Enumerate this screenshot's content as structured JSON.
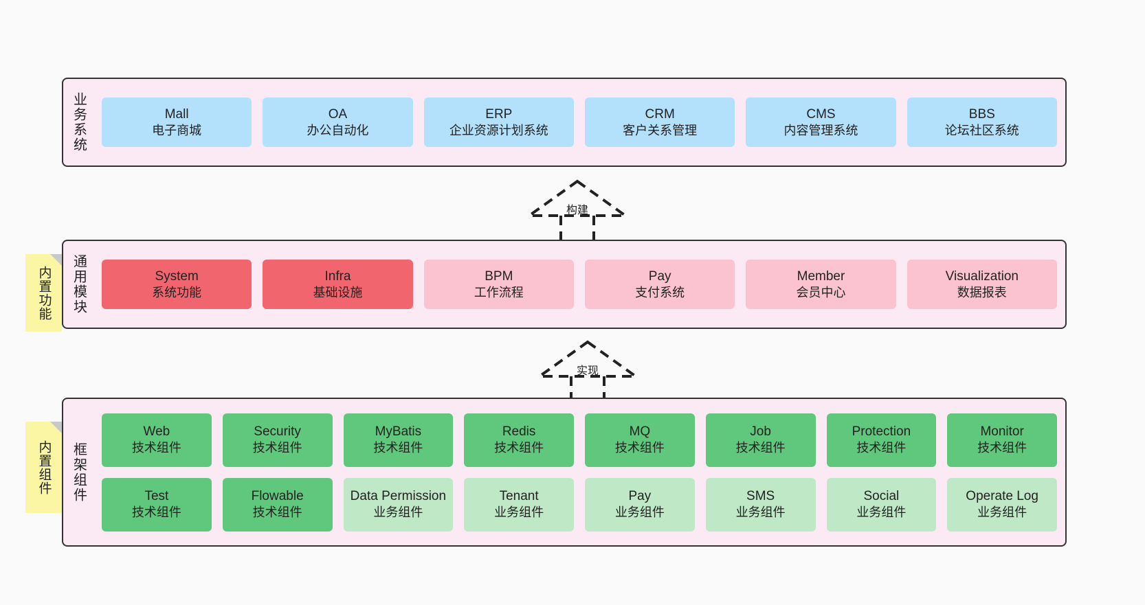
{
  "layers": [
    {
      "key": "business",
      "title": "业务系统",
      "rows": [
        [
          {
            "name": "Mall",
            "sub": "电子商城",
            "style": "c-blue"
          },
          {
            "name": "OA",
            "sub": "办公自动化",
            "style": "c-blue"
          },
          {
            "name": "ERP",
            "sub": "企业资源计划系统",
            "style": "c-blue"
          },
          {
            "name": "CRM",
            "sub": "客户关系管理",
            "style": "c-blue"
          },
          {
            "name": "CMS",
            "sub": "内容管理系统",
            "style": "c-blue"
          },
          {
            "name": "BBS",
            "sub": "论坛社区系统",
            "style": "c-blue"
          }
        ]
      ]
    },
    {
      "key": "common",
      "title": "通用模块",
      "rows": [
        [
          {
            "name": "System",
            "sub": "系统功能",
            "style": "c-red"
          },
          {
            "name": "Infra",
            "sub": "基础设施",
            "style": "c-red"
          },
          {
            "name": "BPM",
            "sub": "工作流程",
            "style": "c-pink"
          },
          {
            "name": "Pay",
            "sub": "支付系统",
            "style": "c-pink"
          },
          {
            "name": "Member",
            "sub": "会员中心",
            "style": "c-pink"
          },
          {
            "name": "Visualization",
            "sub": "数据报表",
            "style": "c-pink"
          }
        ]
      ]
    },
    {
      "key": "frame",
      "title": "框架组件",
      "rows": [
        [
          {
            "name": "Web",
            "sub": "技术组件",
            "style": "c-green"
          },
          {
            "name": "Security",
            "sub": "技术组件",
            "style": "c-green"
          },
          {
            "name": "MyBatis",
            "sub": "技术组件",
            "style": "c-green"
          },
          {
            "name": "Redis",
            "sub": "技术组件",
            "style": "c-green"
          },
          {
            "name": "MQ",
            "sub": "技术组件",
            "style": "c-green"
          },
          {
            "name": "Job",
            "sub": "技术组件",
            "style": "c-green"
          },
          {
            "name": "Protection",
            "sub": "技术组件",
            "style": "c-green"
          },
          {
            "name": "Monitor",
            "sub": "技术组件",
            "style": "c-green"
          }
        ],
        [
          {
            "name": "Test",
            "sub": "技术组件",
            "style": "c-green"
          },
          {
            "name": "Flowable",
            "sub": "技术组件",
            "style": "c-green"
          },
          {
            "name": "Data Permission",
            "sub": "业务组件",
            "style": "c-lightgreen"
          },
          {
            "name": "Tenant",
            "sub": "业务组件",
            "style": "c-lightgreen"
          },
          {
            "name": "Pay",
            "sub": "业务组件",
            "style": "c-lightgreen"
          },
          {
            "name": "SMS",
            "sub": "业务组件",
            "style": "c-lightgreen"
          },
          {
            "name": "Social",
            "sub": "业务组件",
            "style": "c-lightgreen"
          },
          {
            "name": "Operate Log",
            "sub": "业务组件",
            "style": "c-lightgreen"
          }
        ]
      ]
    }
  ],
  "notes": [
    {
      "key": "func",
      "label": "内置功能"
    },
    {
      "key": "comp",
      "label": "内置组件"
    }
  ],
  "connectors": [
    {
      "key": "build",
      "label": "构建"
    },
    {
      "key": "impl",
      "label": "实现"
    }
  ],
  "colors": {
    "background": "#fafafa",
    "layer_fill": "#fbeaf4",
    "layer_border": "#333333",
    "blue": "#b3e0fb",
    "red": "#f1666e",
    "pink": "#fbc3cf",
    "green": "#5fc87c",
    "light_green": "#bfe8c7",
    "note_fill": "#fbf6a4",
    "note_fold": "#c9c9c9"
  }
}
